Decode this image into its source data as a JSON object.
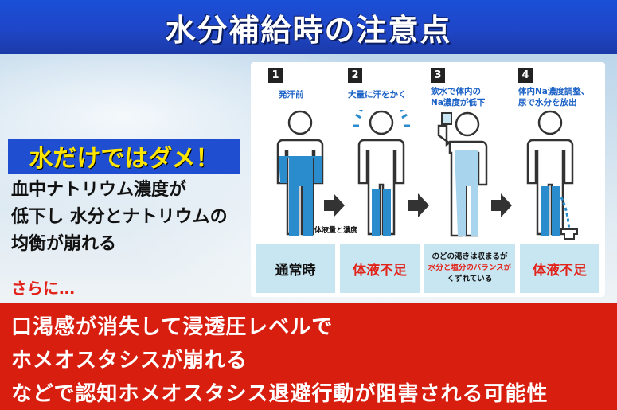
{
  "title": "水分補給時の注意点",
  "banner": "水だけではダメ！",
  "left_lines": [
    "血中ナトリウム濃度が",
    "低下し 水分とナトリウムの",
    "均衡が崩れる"
  ],
  "sarani": "さらに…",
  "steps": [
    {
      "num": "1",
      "caption": [
        "発汗前"
      ],
      "label": "通常時",
      "label_color": "#111111"
    },
    {
      "num": "2",
      "caption": [
        "大量に汗をかく"
      ],
      "label": "体液不足",
      "label_color": "#e2231a"
    },
    {
      "num": "3",
      "caption": [
        "飲水で体内の",
        "Na濃度が低下"
      ],
      "label_lines": [
        "のどの渇きは収まるが",
        "水分と塩分のバランスが",
        "くずれている"
      ]
    },
    {
      "num": "4",
      "caption": [
        "体内Na濃度調整、",
        "尿で水分を放出"
      ],
      "label": "体液不足",
      "label_color": "#e2231a"
    }
  ],
  "note": "体液量と濃度",
  "red_lines": [
    "口渇感が消失して浸透圧レベルで",
    "ホメオスタシスが崩れる",
    "などで認知ホメオスタシス退避行動が阻害される可能性"
  ],
  "colors": {
    "title_bg": "#1f46c8",
    "fluid": "#2b8ccd",
    "arrow": "#333333",
    "red_box": "#d81e0f",
    "banner_text": "#ffe600"
  }
}
